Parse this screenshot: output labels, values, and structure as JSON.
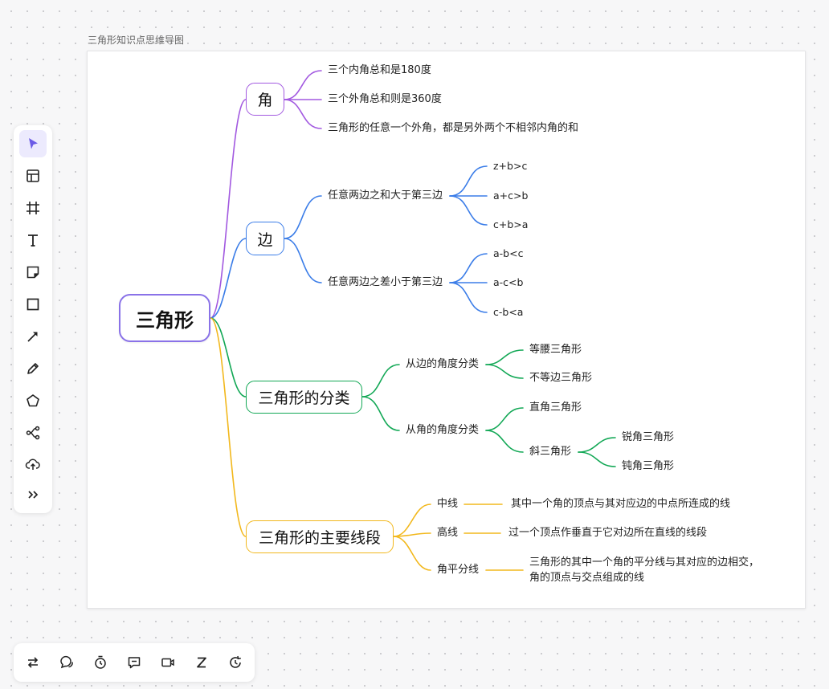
{
  "frame": {
    "title": "三角形知识点思维导图"
  },
  "mindmap": {
    "root": "三角形",
    "colors": {
      "root": "#8a72e8",
      "angle": "#a259e0",
      "side": "#3b7de8",
      "class": "#13a856",
      "segment": "#f2b81d"
    },
    "angle": {
      "label": "角",
      "items": [
        "三个内角总和是180度",
        "三个外角总和则是360度",
        "三角形的任意一个外角，都是另外两个不相邻内角的和"
      ]
    },
    "side": {
      "label": "边",
      "sum": {
        "label": "任意两边之和大于第三边",
        "items": [
          "z+b>c",
          "a+c>b",
          "c+b>a"
        ]
      },
      "diff": {
        "label": "任意两边之差小于第三边",
        "items": [
          "a-b<c",
          "a-c<b",
          "c-b<a"
        ]
      }
    },
    "classification": {
      "label": "三角形的分类",
      "by_side": {
        "label": "从边的角度分类",
        "items": [
          "等腰三角形",
          "不等边三角形"
        ]
      },
      "by_angle": {
        "label": "从角的角度分类",
        "right": "直角三角形",
        "oblique": {
          "label": "斜三角形",
          "items": [
            "锐角三角形",
            "钝角三角形"
          ]
        }
      }
    },
    "segments": {
      "label": "三角形的主要线段",
      "median": {
        "label": "中线",
        "desc": "其中一个角的顶点与其对应边的中点所连成的线"
      },
      "altitude": {
        "label": "高线",
        "desc": "过一个顶点作垂直于它对边所在直线的线段"
      },
      "bisector": {
        "label": "角平分线",
        "desc_line1": "三角形的其中一个角的平分线与其对应的边相交，",
        "desc_line2": "角的顶点与交点组成的线"
      }
    }
  },
  "left_toolbar": {
    "tools": [
      {
        "name": "select-icon",
        "active": true
      },
      {
        "name": "template-icon"
      },
      {
        "name": "frame-icon"
      },
      {
        "name": "text-icon",
        "glyph": "T"
      },
      {
        "name": "sticky-note-icon"
      },
      {
        "name": "rectangle-icon"
      },
      {
        "name": "connector-icon"
      },
      {
        "name": "pen-icon"
      },
      {
        "name": "pentagon-icon"
      },
      {
        "name": "mindmap-icon"
      },
      {
        "name": "upload-icon"
      },
      {
        "name": "more-icon",
        "glyph": "»"
      }
    ]
  },
  "bottom_toolbar": {
    "tools": [
      {
        "name": "switch-icon"
      },
      {
        "name": "comment-icon"
      },
      {
        "name": "timer-icon"
      },
      {
        "name": "feedback-icon"
      },
      {
        "name": "video-icon"
      },
      {
        "name": "sleep-icon",
        "glyph": "Z"
      },
      {
        "name": "history-icon"
      }
    ]
  }
}
